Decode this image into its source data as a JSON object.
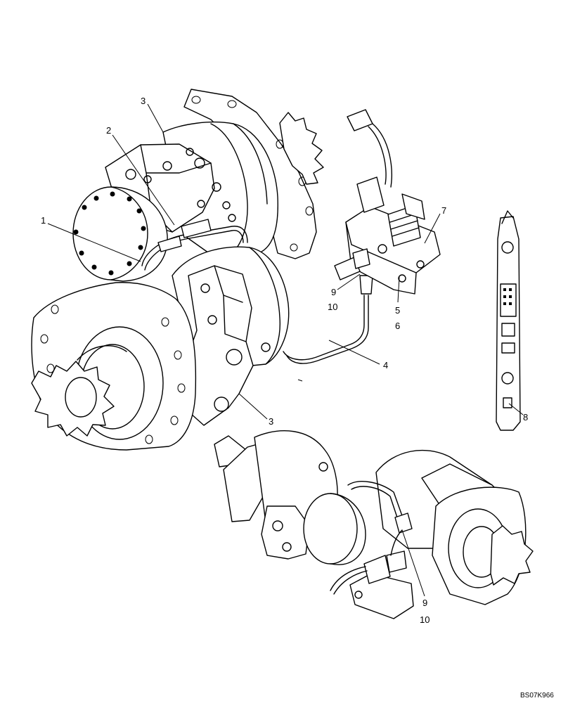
{
  "callouts": {
    "c1": "1",
    "c2": "2",
    "c3a": "3",
    "c3b": "3",
    "c4": "4",
    "c5": "5",
    "c6": "6",
    "c7": "7",
    "c8": "8",
    "c9a": "9",
    "c10a": "10",
    "c9b": "9",
    "c10b": "10"
  },
  "drawing_ref": "BS07K966",
  "colors": {
    "line": "#000000",
    "background": "#ffffff"
  }
}
